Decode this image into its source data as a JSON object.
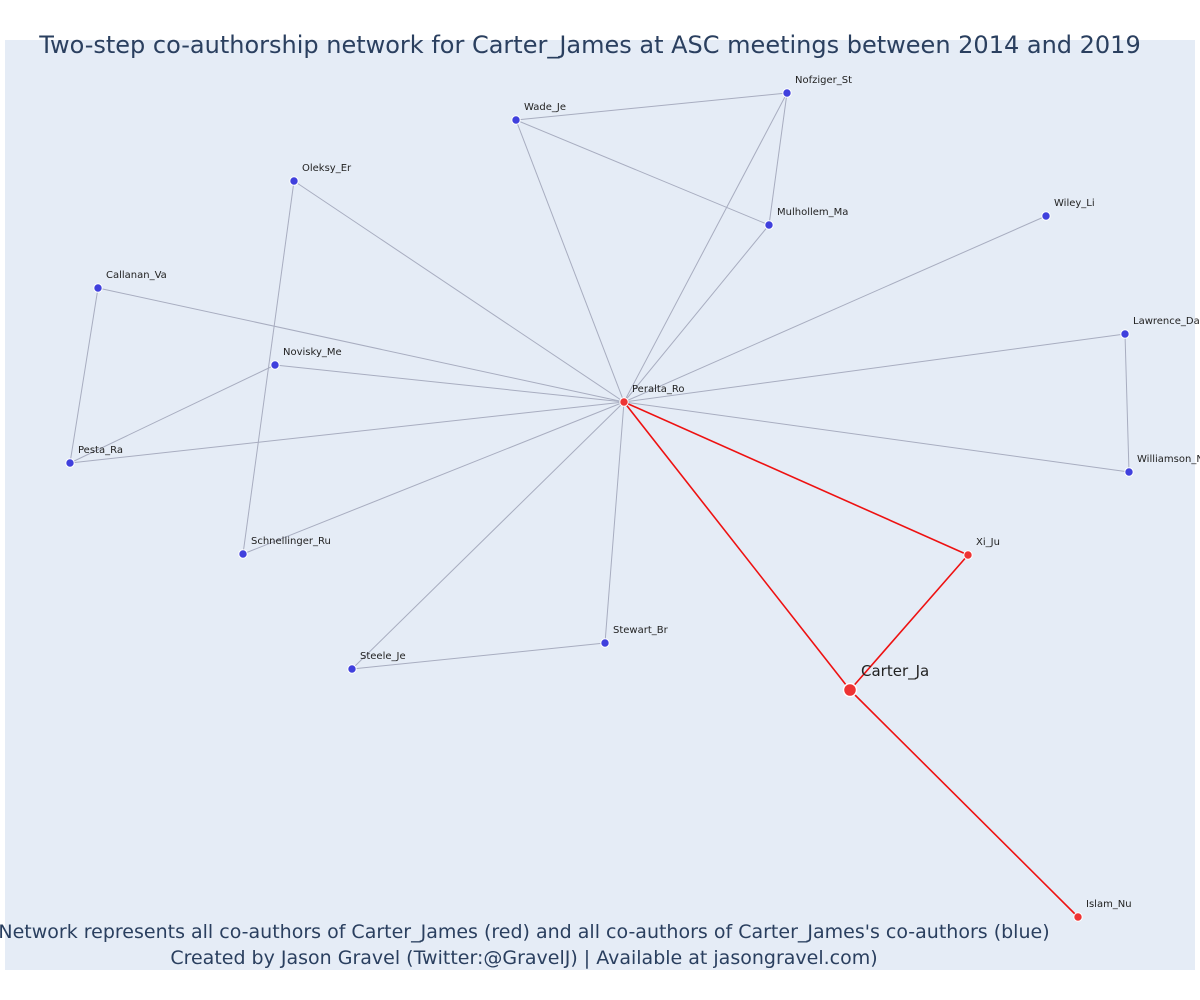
{
  "title": "Two-step co-authorship network for Carter_James at ASC meetings between 2014 and 2019",
  "caption_line1": "Network represents all co-authors of Carter_James (red) and all co-authors of Carter_James's co-authors (blue)",
  "caption_line2": "Created by Jason Gravel (Twitter:@GravelJ) | Available at jasongravel.com)",
  "colors": {
    "background": "#e5ecf6",
    "red_node": "#ee3333",
    "blue_node": "#4040dd",
    "red_edge": "#ee1111",
    "grey_edge": "#a8adc0"
  },
  "nodes": [
    {
      "id": "Nofziger_St",
      "label": "Nofziger_St",
      "group": "blue"
    },
    {
      "id": "Wade_Je",
      "label": "Wade_Je",
      "group": "blue"
    },
    {
      "id": "Oleksy_Er",
      "label": "Oleksy_Er",
      "group": "blue"
    },
    {
      "id": "Mulhollem_Ma",
      "label": "Mulhollem_Ma",
      "group": "blue"
    },
    {
      "id": "Wiley_Li",
      "label": "Wiley_Li",
      "group": "blue"
    },
    {
      "id": "Callanan_Va",
      "label": "Callanan_Va",
      "group": "blue"
    },
    {
      "id": "Lawrence_Da",
      "label": "Lawrence_Da",
      "group": "blue"
    },
    {
      "id": "Novisky_Me",
      "label": "Novisky_Me",
      "group": "blue"
    },
    {
      "id": "Peralta_Ro",
      "label": "Peralta_Ro",
      "group": "red"
    },
    {
      "id": "Pesta_Ra",
      "label": "Pesta_Ra",
      "group": "blue"
    },
    {
      "id": "Williamson_N",
      "label": "Williamson_N",
      "group": "blue"
    },
    {
      "id": "Xi_Ju",
      "label": "Xi_Ju",
      "group": "red"
    },
    {
      "id": "Schnellinger_Ru",
      "label": "Schnellinger_Ru",
      "group": "blue"
    },
    {
      "id": "Stewart_Br",
      "label": "Stewart_Br",
      "group": "blue"
    },
    {
      "id": "Steele_Je",
      "label": "Steele_Je",
      "group": "blue"
    },
    {
      "id": "Carter_Ja",
      "label": "Carter_Ja",
      "group": "focal"
    },
    {
      "id": "Islam_Nu",
      "label": "Islam_Nu",
      "group": "red"
    }
  ],
  "edges": [
    {
      "source": "Wade_Je",
      "target": "Nofziger_St",
      "color": "grey"
    },
    {
      "source": "Wade_Je",
      "target": "Mulhollem_Ma",
      "color": "grey"
    },
    {
      "source": "Wade_Je",
      "target": "Peralta_Ro",
      "color": "grey"
    },
    {
      "source": "Nofziger_St",
      "target": "Mulhollem_Ma",
      "color": "grey"
    },
    {
      "source": "Nofziger_St",
      "target": "Peralta_Ro",
      "color": "grey"
    },
    {
      "source": "Mulhollem_Ma",
      "target": "Peralta_Ro",
      "color": "grey"
    },
    {
      "source": "Wiley_Li",
      "target": "Peralta_Ro",
      "color": "grey"
    },
    {
      "source": "Oleksy_Er",
      "target": "Peralta_Ro",
      "color": "grey"
    },
    {
      "source": "Oleksy_Er",
      "target": "Schnellinger_Ru",
      "color": "grey"
    },
    {
      "source": "Callanan_Va",
      "target": "Peralta_Ro",
      "color": "grey"
    },
    {
      "source": "Callanan_Va",
      "target": "Pesta_Ra",
      "color": "grey"
    },
    {
      "source": "Novisky_Me",
      "target": "Peralta_Ro",
      "color": "grey"
    },
    {
      "source": "Novisky_Me",
      "target": "Pesta_Ra",
      "color": "grey"
    },
    {
      "source": "Pesta_Ra",
      "target": "Peralta_Ro",
      "color": "grey"
    },
    {
      "source": "Lawrence_Da",
      "target": "Peralta_Ro",
      "color": "grey"
    },
    {
      "source": "Lawrence_Da",
      "target": "Williamson_N",
      "color": "grey"
    },
    {
      "source": "Williamson_N",
      "target": "Peralta_Ro",
      "color": "grey"
    },
    {
      "source": "Schnellinger_Ru",
      "target": "Peralta_Ro",
      "color": "grey"
    },
    {
      "source": "Steele_Je",
      "target": "Peralta_Ro",
      "color": "grey"
    },
    {
      "source": "Steele_Je",
      "target": "Stewart_Br",
      "color": "grey"
    },
    {
      "source": "Stewart_Br",
      "target": "Peralta_Ro",
      "color": "grey"
    },
    {
      "source": "Peralta_Ro",
      "target": "Xi_Ju",
      "color": "red"
    },
    {
      "source": "Peralta_Ro",
      "target": "Carter_Ja",
      "color": "red"
    },
    {
      "source": "Xi_Ju",
      "target": "Carter_Ja",
      "color": "red"
    },
    {
      "source": "Carter_Ja",
      "target": "Islam_Nu",
      "color": "red"
    }
  ]
}
